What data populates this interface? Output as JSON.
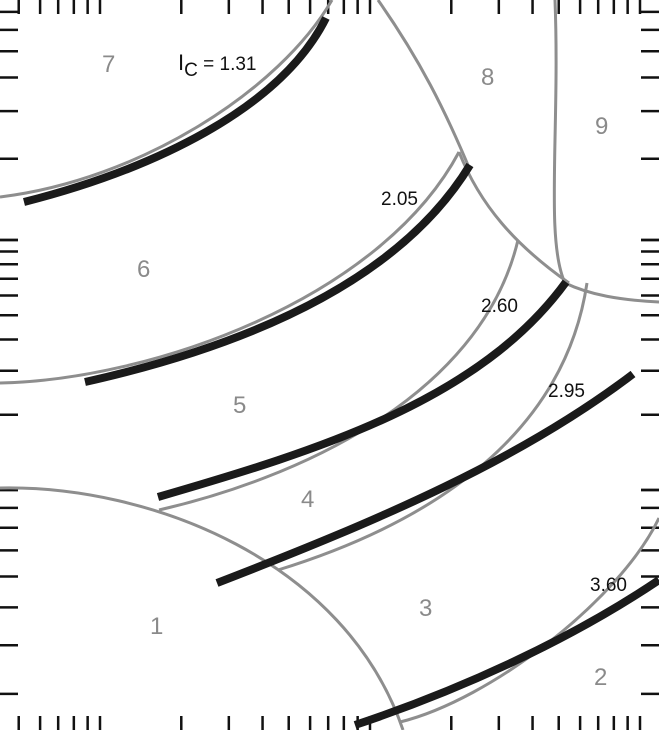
{
  "colors": {
    "region_boundary": "#8e8e8e",
    "bold_curve": "#1a1a1a",
    "region_text": "#8a8a8a",
    "curve_text": "#111111",
    "background": "#ffffff"
  },
  "regions": [
    "1",
    "2",
    "3",
    "4",
    "5",
    "6",
    "7",
    "8",
    "9"
  ],
  "curve_labels": {
    "first_prefix": "I",
    "first_subscript": "C",
    "first_value": " = 1.31",
    "second": "2.05",
    "third": "2.60",
    "fourth": "2.95",
    "fifth": "3.60"
  }
}
